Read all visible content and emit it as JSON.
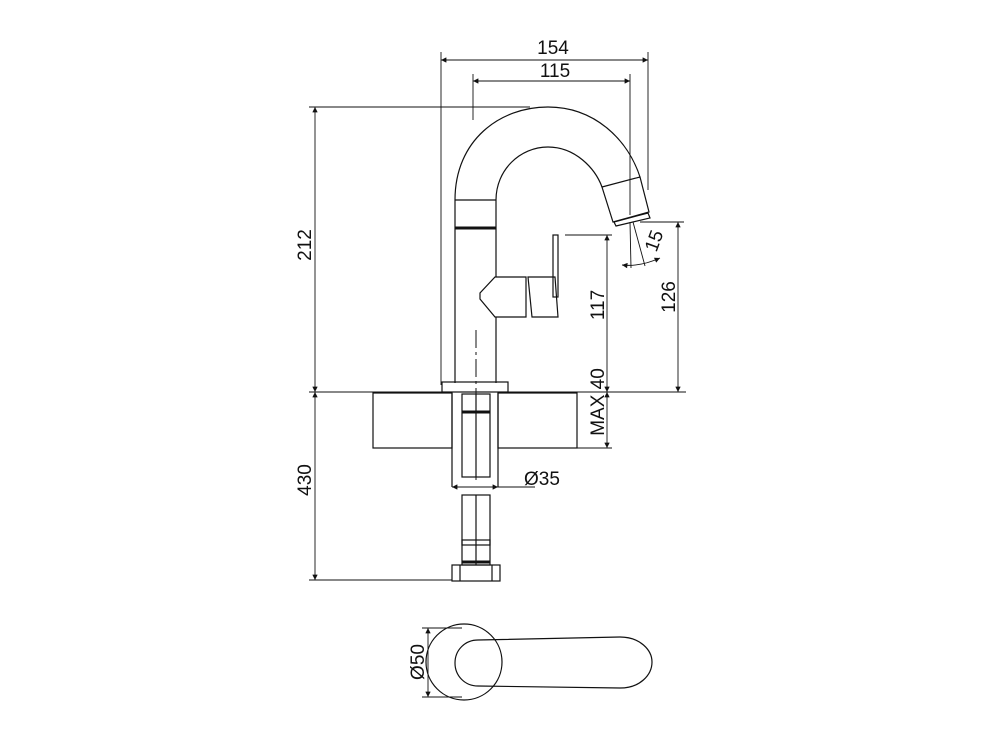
{
  "drawing": {
    "dimensions": {
      "overall_reach": "154",
      "spout_reach": "115",
      "height_total": "212",
      "below_counter": "430",
      "handle_height": "117",
      "spout_outlet_height": "126",
      "spout_angle": "15",
      "max_counter": "MAX 40",
      "hole_diameter": "Ø35",
      "base_diameter": "Ø50"
    },
    "line_color": "#111111"
  }
}
